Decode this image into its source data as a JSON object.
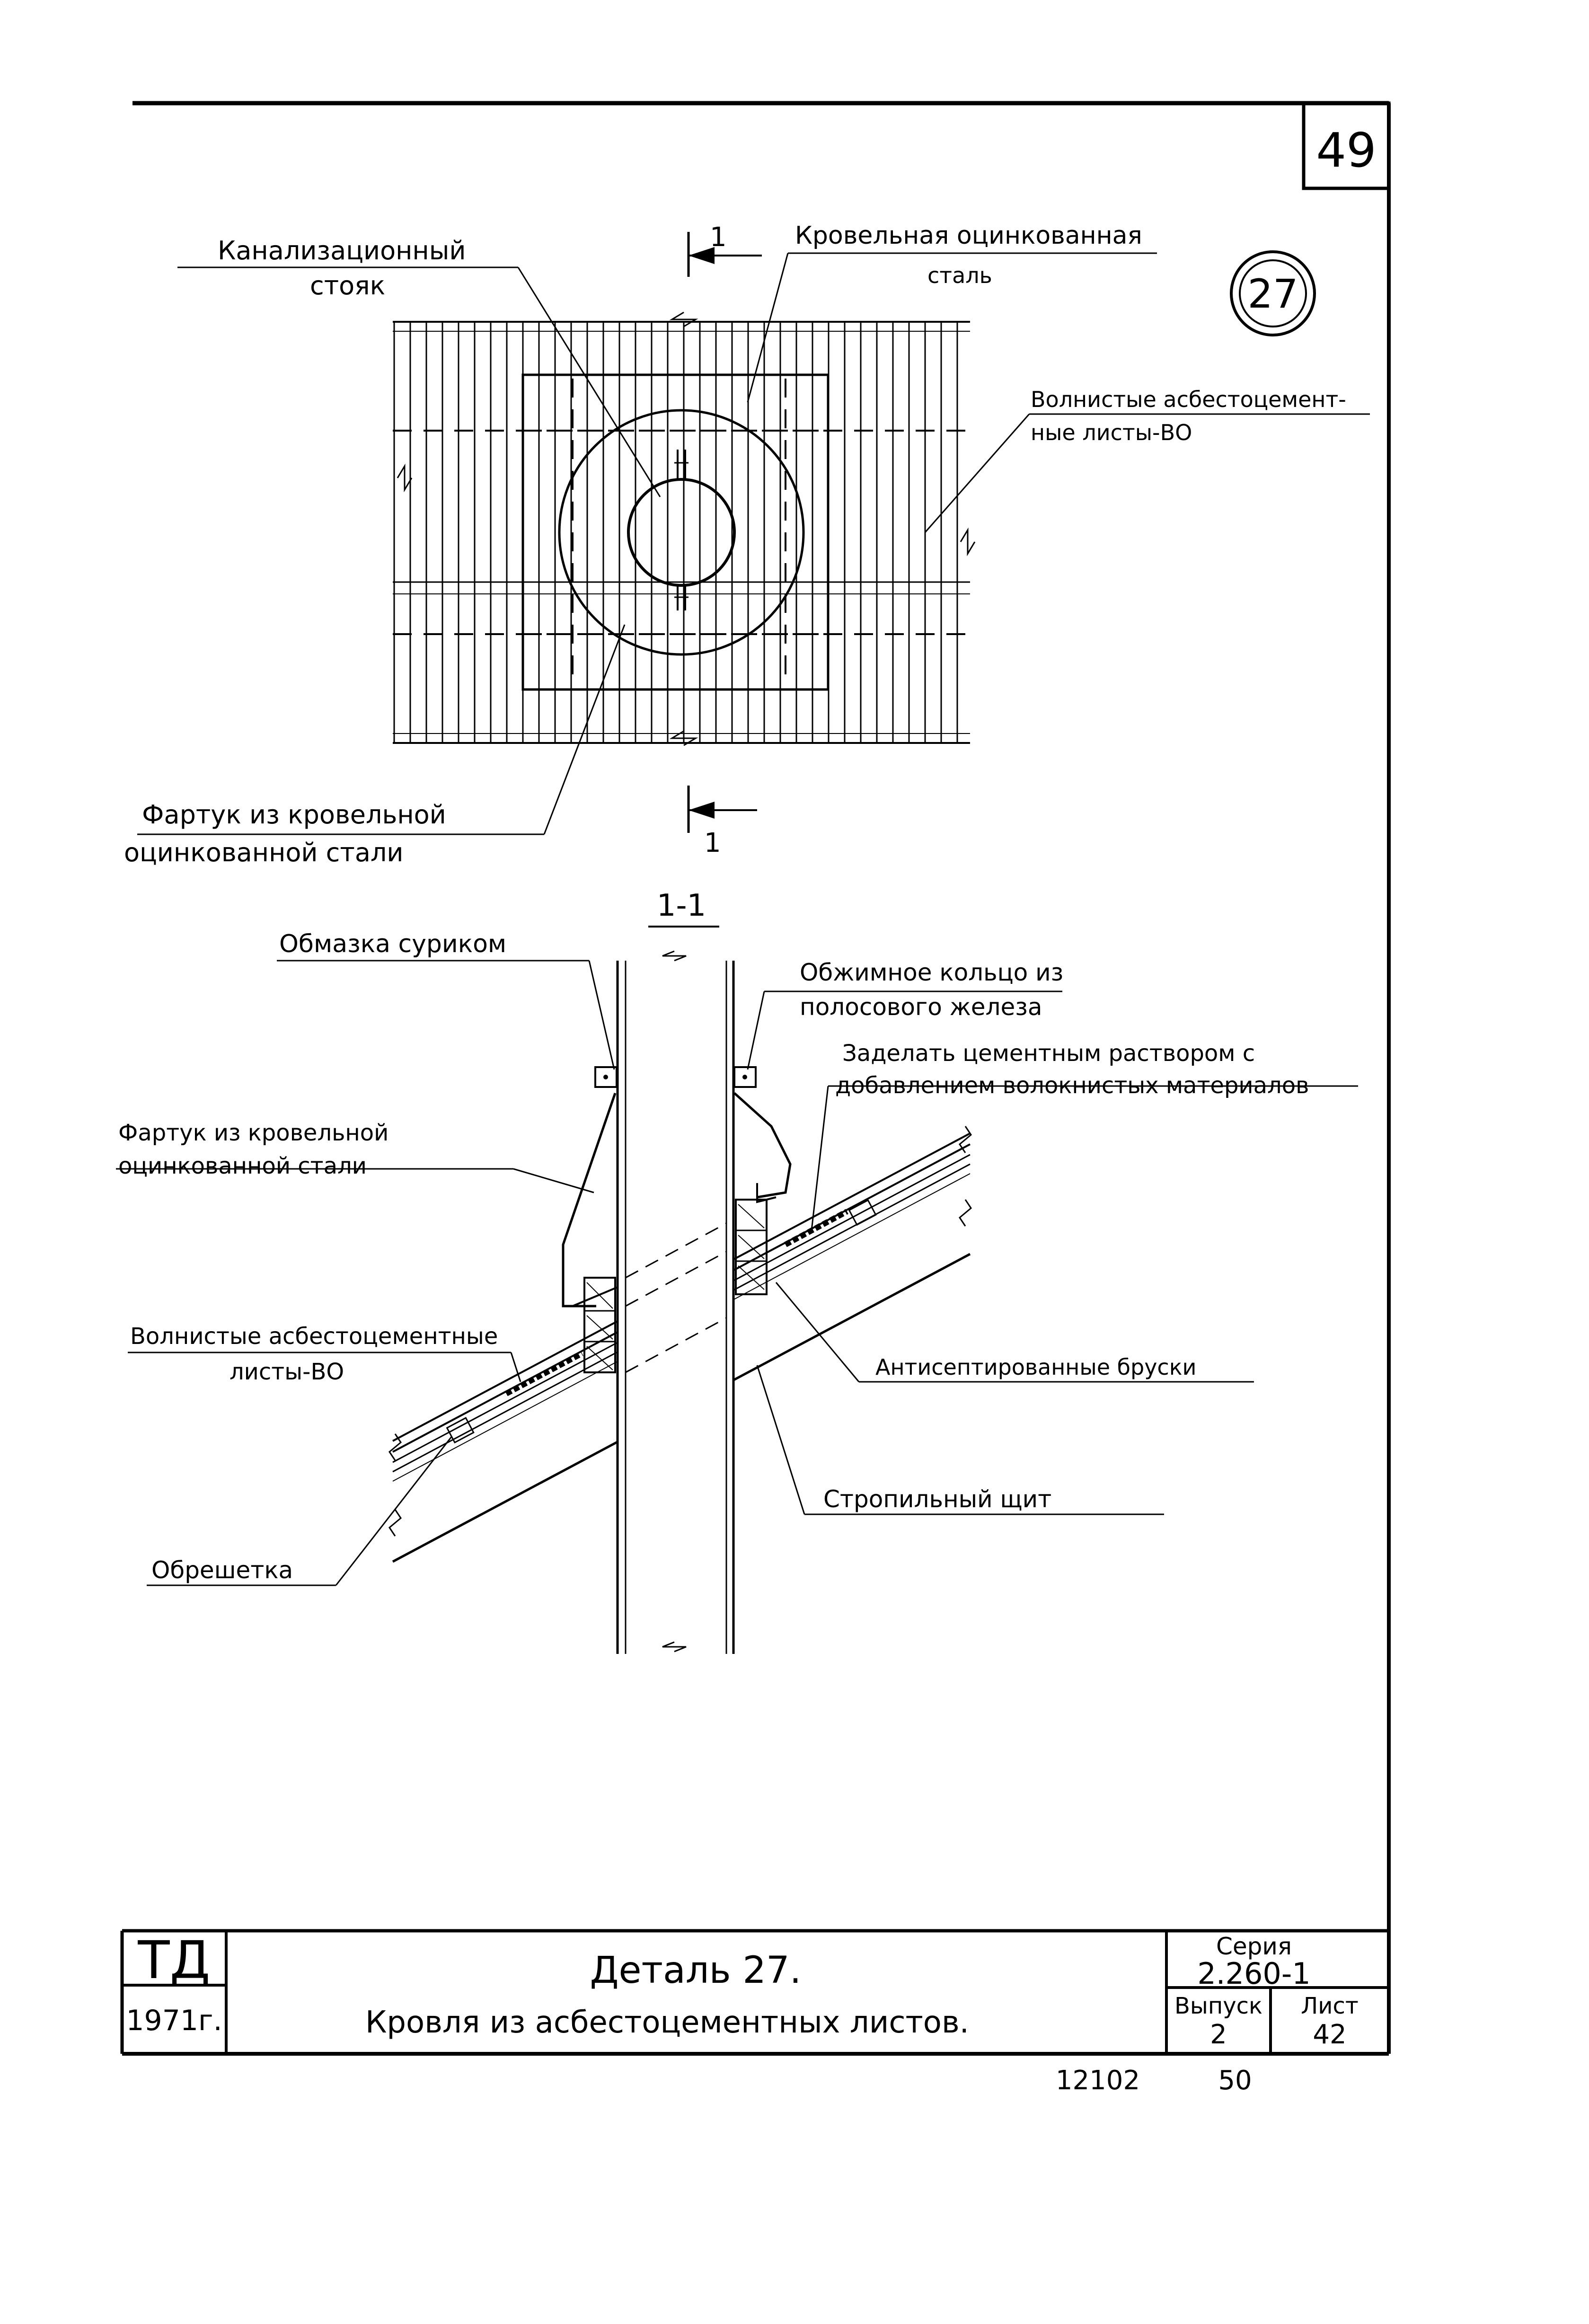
{
  "page_number": "49",
  "detail_circle": "27",
  "plan": {
    "section_mark_top": "1",
    "section_mark_bottom": "1",
    "label_stack_line1": "Канализационный",
    "label_stack_line2": "стояк",
    "label_roof_steel_line1": "Кровельная оцинкованная",
    "label_roof_steel_line2": "сталь",
    "label_sheets_line1": "Волнистые асбестоцемент-",
    "label_sheets_line2": "ные листы-ВО",
    "label_apron_line1": "Фартук из кровельной",
    "label_apron_line2": "оцинкованной стали"
  },
  "section": {
    "title": "1-1",
    "label_minium": "Обмазка суриком",
    "label_ring_line1": "Обжимное кольцо из",
    "label_ring_line2": "полосового железа",
    "label_mortar_line1": "Заделать цементным раствором с",
    "label_mortar_line2": "добавлением волокнистых материалов",
    "label_apron_line1": "Фартук из кровельной",
    "label_apron_line2": "оцинкованной стали",
    "label_sheets_line1": "Волнистые асбестоцементные",
    "label_sheets_line2": "листы-ВО",
    "label_bars": "Антисептированные бруски",
    "label_rafter": "Стропильный щит",
    "label_lathing": "Обрешетка"
  },
  "title_block": {
    "logo": "ТД",
    "year": "1971г.",
    "title_line1": "Деталь 27.",
    "title_line2": "Кровля из асбестоцементных листов.",
    "series_label": "Серия",
    "series_value": "2.260-1",
    "issue_label": "Выпуск",
    "issue_value": "2",
    "sheet_label": "Лист",
    "sheet_value": "42"
  },
  "footer": {
    "code": "12102",
    "number": "50"
  }
}
